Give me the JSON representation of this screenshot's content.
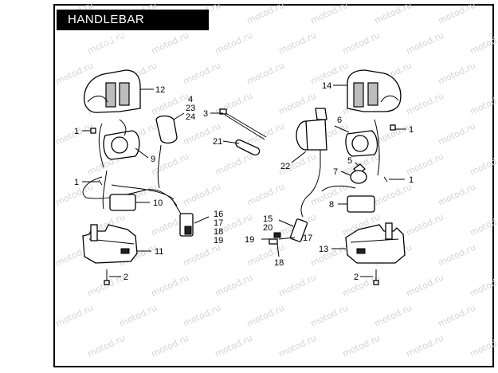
{
  "title": "HANDLEBAR SWITCHES",
  "watermark": "motod.ru",
  "callouts": {
    "c12": "12",
    "c4": "4",
    "c23": "23",
    "c24": "24",
    "c3": "3",
    "c14": "14",
    "c1a": "1",
    "c9": "9",
    "c6": "6",
    "c1b": "1",
    "c21": "21",
    "c22": "22",
    "c5": "5",
    "c7": "7",
    "c1c": "1",
    "c1d": "1",
    "c10": "10",
    "c8": "8",
    "c16": "16",
    "c17a": "17",
    "c18a": "18",
    "c19a": "19",
    "c15": "15",
    "c20": "20",
    "c19b": "19",
    "c17b": "17",
    "c18b": "18",
    "c11": "11",
    "c13": "13",
    "c2a": "2",
    "c2b": "2"
  }
}
